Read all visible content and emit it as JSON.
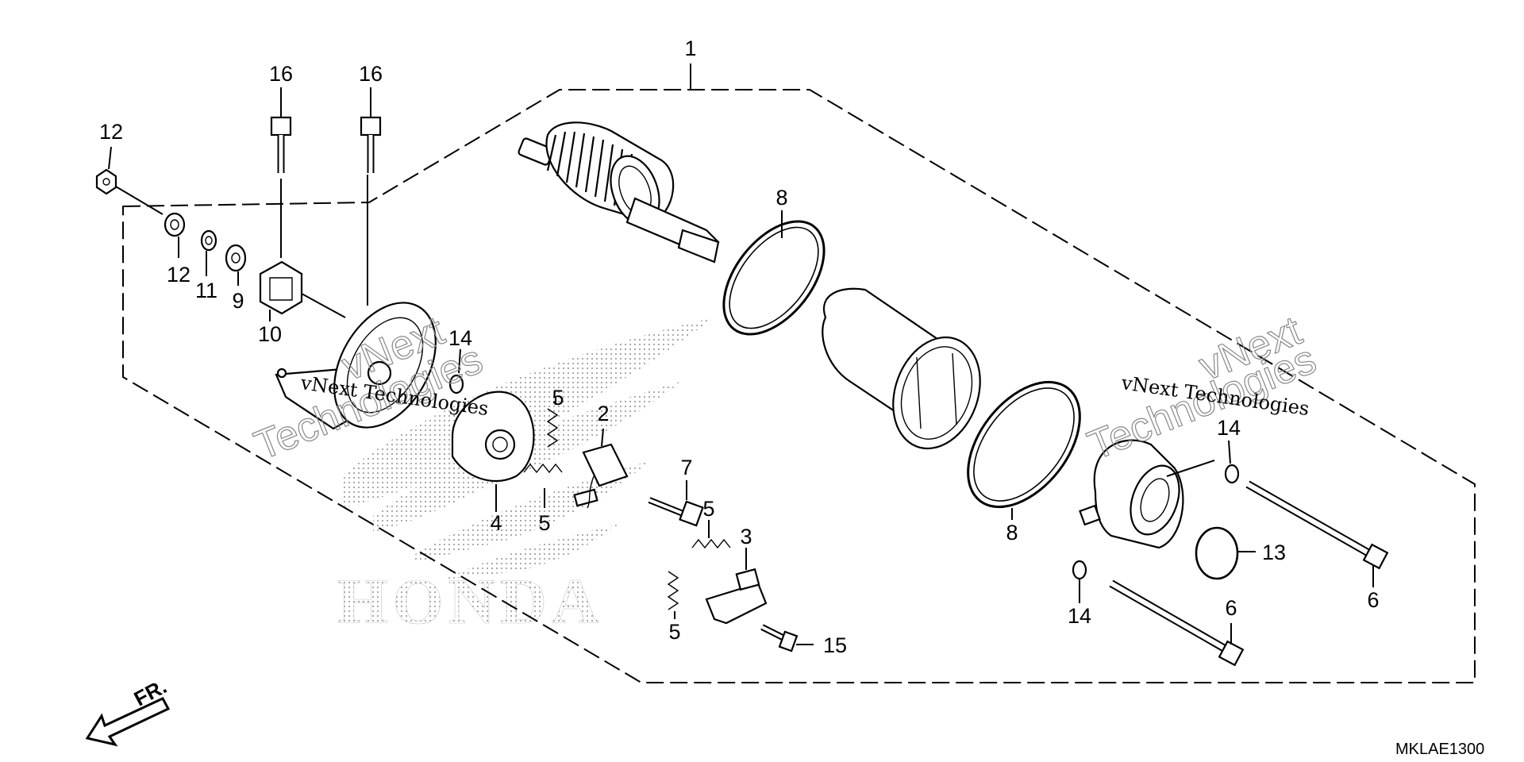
{
  "diagram": {
    "code": "MKLAE1300",
    "front_label": "FR.",
    "watermarks": {
      "line1": "vNext",
      "line2": "Technologies",
      "combined": "vNext Technologies",
      "logo_text": "HONDA"
    },
    "callouts": [
      "1",
      "2",
      "3",
      "4",
      "5",
      "5",
      "5",
      "5",
      "6",
      "6",
      "7",
      "8",
      "8",
      "9",
      "10",
      "11",
      "12",
      "12",
      "13",
      "14",
      "14",
      "14",
      "15",
      "16",
      "16"
    ]
  }
}
